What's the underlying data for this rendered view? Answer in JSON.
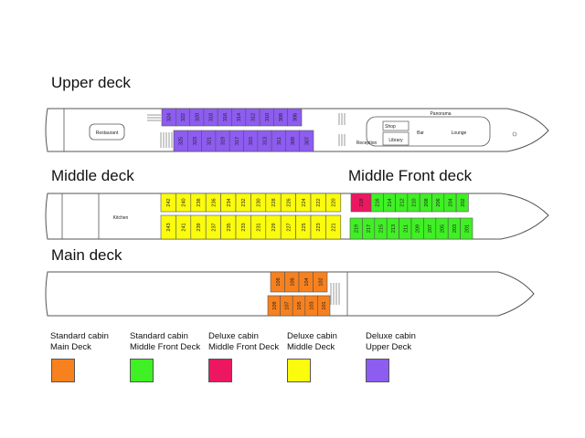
{
  "colors": {
    "standard_main": "#f7811e",
    "standard_middle_front": "#3ff024",
    "deluxe_middle_front": "#ec1760",
    "deluxe_middle": "#fbfb0e",
    "deluxe_upper": "#8d5cf0",
    "hull": "#ffffff",
    "outline": "#555555"
  },
  "decks": {
    "upper": {
      "title": "Upper deck",
      "cabins_top": [
        "324",
        "322",
        "320",
        "318",
        "316",
        "314",
        "312",
        "310",
        "308",
        "306"
      ],
      "cabins_bottom": [
        "325",
        "323",
        "321",
        "319",
        "317",
        "315",
        "313",
        "311",
        "309",
        "307"
      ],
      "rooms": {
        "restaurant": "Restaurant",
        "shop": "Shop",
        "library": "Library",
        "bar": "Bar",
        "lounge": "Lounge",
        "panorama": "Panorama",
        "reception": "Reception"
      }
    },
    "middle": {
      "title": "Middle deck",
      "cabins_top": [
        "242",
        "240",
        "238",
        "236",
        "234",
        "232",
        "230",
        "228",
        "226",
        "224",
        "222",
        "220"
      ],
      "cabins_bottom": [
        "243",
        "241",
        "239",
        "237",
        "235",
        "233",
        "231",
        "229",
        "227",
        "225",
        "223",
        "221"
      ],
      "rooms": {
        "kitchen": "Kitchen"
      }
    },
    "middle_front": {
      "title": "Middle Front deck",
      "deluxe_cabins": [
        "218"
      ],
      "cabins_top": [
        "216",
        "214",
        "212",
        "210",
        "208",
        "206",
        "204",
        "202"
      ],
      "cabins_bottom": [
        "219",
        "217",
        "215",
        "213",
        "211",
        "209",
        "207",
        "205",
        "203",
        "201"
      ]
    },
    "main": {
      "title": "Main deck",
      "cabins_top": [
        "108",
        "106",
        "104",
        "102"
      ],
      "cabins_bottom": [
        "109",
        "107",
        "105",
        "103",
        "101"
      ]
    }
  },
  "legend": [
    {
      "line1": "Standard cabin",
      "line2": "Main Deck",
      "color": "#f7811e"
    },
    {
      "line1": "Standard cabin",
      "line2": "Middle Front Deck",
      "color": "#3ff024"
    },
    {
      "line1": "Deluxe cabin",
      "line2": "Middle Front Deck",
      "color": "#ec1760"
    },
    {
      "line1": "Deluxe cabin",
      "line2": "Middle Deck",
      "color": "#fbfb0e"
    },
    {
      "line1": "Deluxe cabin",
      "line2": "Upper Deck",
      "color": "#8d5cf0"
    }
  ]
}
